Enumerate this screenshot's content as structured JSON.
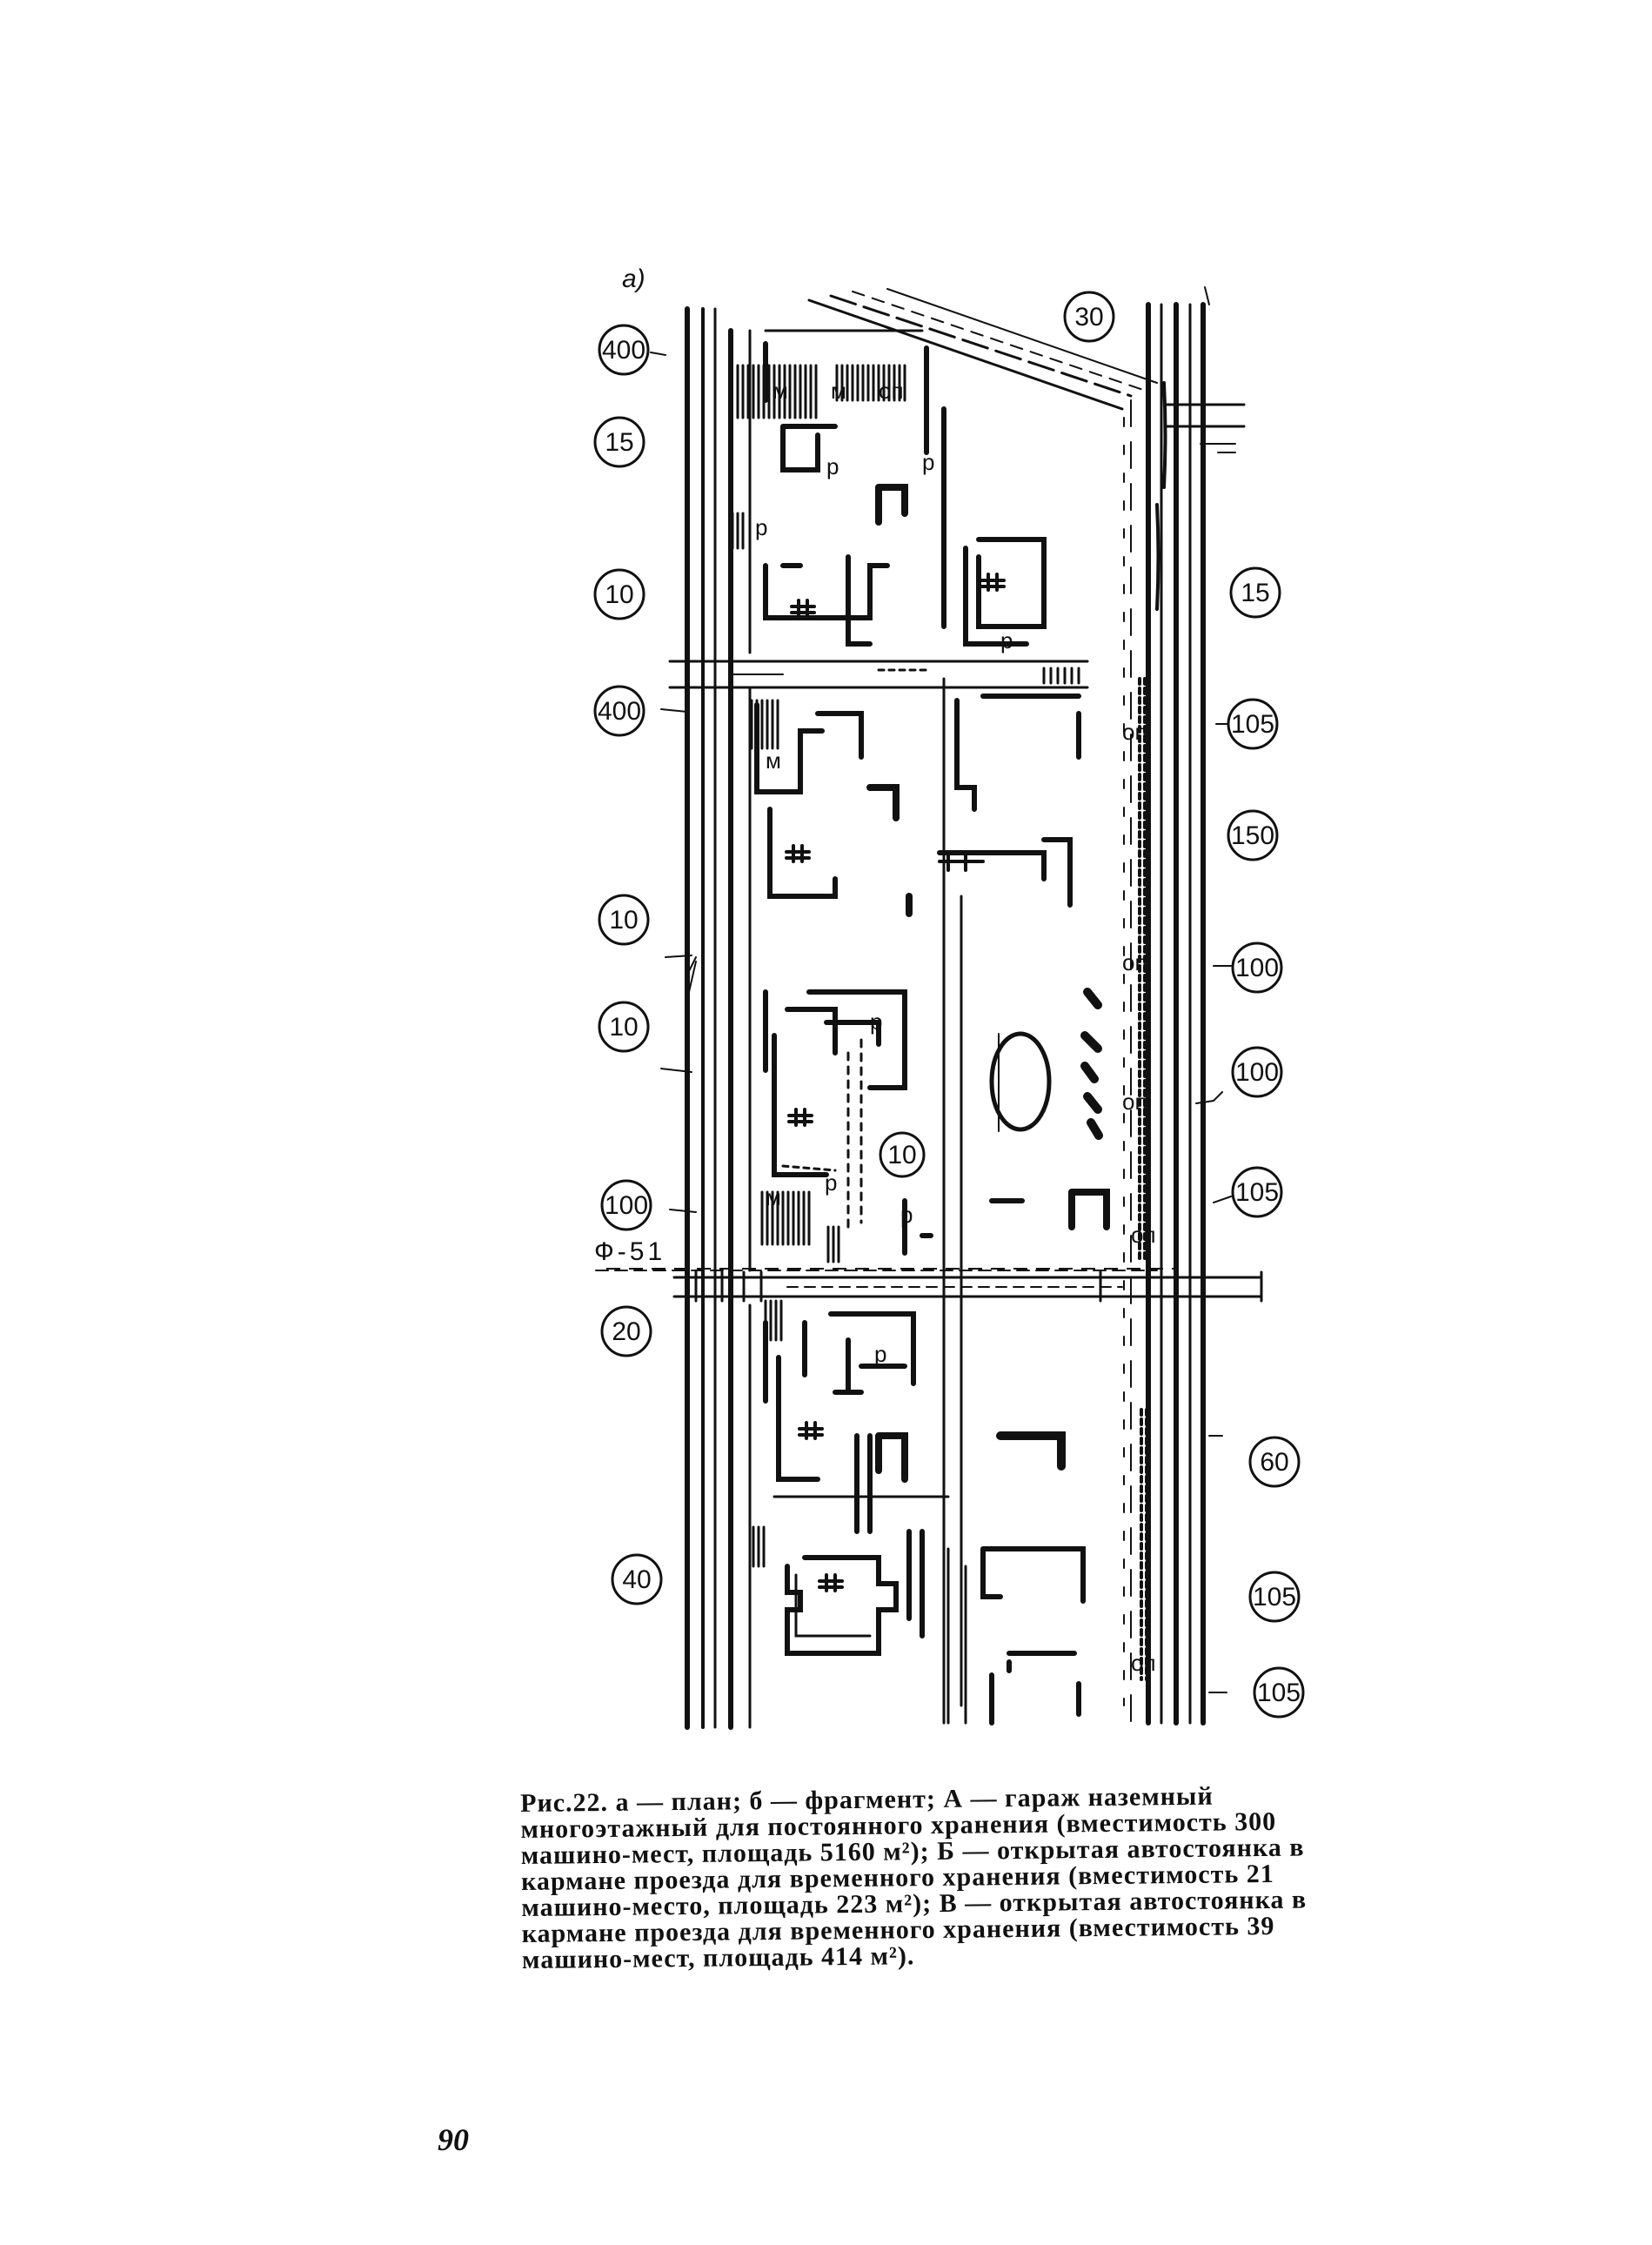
{
  "figure": {
    "panel_label": "а)",
    "section_label": "Ф-51",
    "left_circles": [
      "400",
      "15",
      "10",
      "400",
      "10",
      "10",
      "100",
      "20",
      "40"
    ],
    "right_circles": [
      "30",
      "15",
      "105",
      "150",
      "100",
      "100",
      "105",
      "60",
      "105",
      "105"
    ],
    "inner_circle": "10",
    "site_labels": [
      "м",
      "м",
      "оп",
      "р",
      "р",
      "р",
      "р",
      "м",
      "р",
      "м",
      "р",
      "р",
      "р",
      "оп",
      "оп",
      "оп",
      "оп",
      "оп"
    ]
  },
  "caption": "Рис.22. а — план; б — фрагмент; А — гараж наземный многоэтажный для постоянного хранения (вместимость 300 машино-мест, площадь 5160 м²); Б — открытая автостоянка в кармане проезда для временного хранения (вместимость 21 машино-место, площадь 223 м²); В — открытая автостоянка в кармане проезда для временного хранения (вместимость 39 машино-мест, площадь 414 м²).",
  "page_number": "90"
}
